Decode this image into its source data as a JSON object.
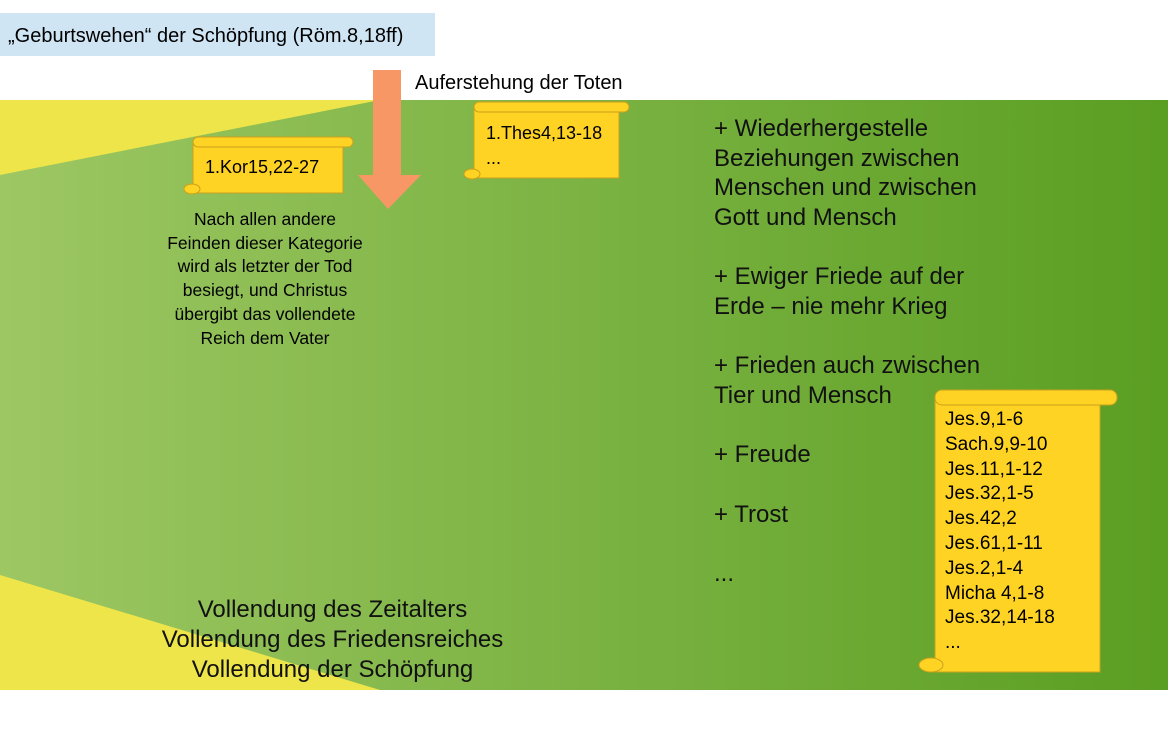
{
  "title": "„Geburtswehen“ der Schöpfung (Röm.8,18ff)",
  "arrow_label": "Auferstehung der Toten",
  "scroll_kor": "1.Kor15,22-27",
  "scroll_thes": "1.Thes4,13-18\n...",
  "left_paragraph": "Nach allen andere Feinden dieser Kategorie wird als letzter der Tod besiegt, und Christus übergibt das vollendete Reich dem Vater",
  "bullets": [
    "+ Wiederhergestelle\nBeziehungen zwischen\nMenschen und zwischen\nGott und Mensch",
    "+ Ewiger Friede auf der\nErde – nie mehr Krieg",
    "+ Frieden auch zwischen\nTier und Mensch",
    "+ Freude",
    "+ Trost",
    "..."
  ],
  "scroll_jes": "Jes.9,1-6\nSach.9,9-10\nJes.11,1-12\nJes.32,1-5\nJes.42,2\nJes.61,1-11\nJes.2,1-4\nMicha 4,1-8\nJes.32,14-18\n...",
  "bottom_lines": [
    "Vollendung des Zeitalters",
    "Vollendung des Friedensreiches",
    "Vollendung der Schöpfung"
  ],
  "colors": {
    "title_bg": "#cfe5f4",
    "band_light": "#9dc763",
    "band_dark": "#5a9e22",
    "yellow": "#ede54a",
    "arrow": "#f79765",
    "scroll_fill": "#ffd324",
    "scroll_border": "#c9a21b"
  }
}
